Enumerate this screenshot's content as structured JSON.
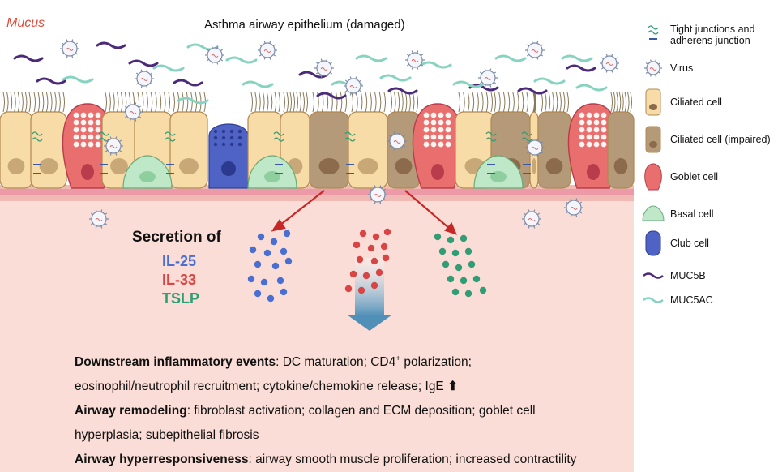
{
  "diagram": {
    "mucus_label": "Mucus",
    "title": "Asthma airway epithelium (damaged)",
    "secretion": {
      "heading": "Secretion of",
      "cytokines": [
        {
          "label": "IL-25",
          "color": "#4a6fd0"
        },
        {
          "label": "IL-33",
          "color": "#d94545"
        },
        {
          "label": "TSLP",
          "color": "#2f9e74"
        }
      ]
    },
    "legend": [
      {
        "icon": "tight-junction-icon",
        "label": "Tight junctions and adherens junction"
      },
      {
        "icon": "virus-icon",
        "label": "Virus"
      },
      {
        "icon": "ciliated-cell-icon",
        "label": "Ciliated cell"
      },
      {
        "icon": "ciliated-cell-impaired-icon",
        "label": "Ciliated cell (impaired)"
      },
      {
        "icon": "goblet-cell-icon",
        "label": "Goblet cell"
      },
      {
        "icon": "basal-cell-icon",
        "label": "Basal cell"
      },
      {
        "icon": "club-cell-icon",
        "label": "Club cell"
      },
      {
        "icon": "muc5b-icon",
        "label": "MUC5B"
      },
      {
        "icon": "muc5ac-icon",
        "label": "MUC5AC"
      }
    ],
    "effects": [
      {
        "heading": "Downstream inflammatory events",
        "text_a": ": DC maturation; CD4",
        "sup": "+",
        "text_b": " polarization;",
        "text_c": "eosinophil/neutrophil recruitment; cytokine/chemokine release;  IgE ",
        "arrow": "⬆"
      },
      {
        "heading": "Airway remodeling",
        "text_a": ": fibroblast activation; collagen and ECM deposition; goblet cell",
        "text_b": "hyperplasia; subepithelial fibrosis"
      },
      {
        "heading": "Airway hyperresponsiveness",
        "text_a": ": airway smooth muscle proliferation; increased contractility"
      }
    ],
    "colors": {
      "muc5b": "#4b2a7a",
      "muc5ac": "#86d3c0",
      "ciliated_cell": "#f7dca8",
      "ciliated_cell_impaired": "#b49a78",
      "goblet_cell": "#e96f6f",
      "basal_cell": "#bfe8c9",
      "club_cell": "#4f63c4",
      "basement": "#f1b9b3",
      "submucosa": "#f9ddd6",
      "arrow": "#c62828"
    }
  }
}
